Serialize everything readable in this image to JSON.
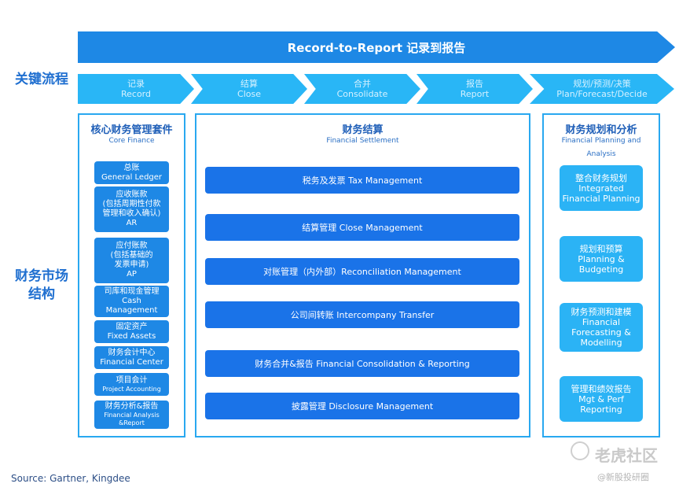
{
  "banner": "Record-to-Report 记录到报告",
  "side_labels": {
    "process": "关键流程",
    "market_l1": "财务市场",
    "market_l2": "结构"
  },
  "stages": [
    {
      "cn": "记录",
      "en": "Record"
    },
    {
      "cn": "结算",
      "en": "Close"
    },
    {
      "cn": "合并",
      "en": "Consolidate"
    },
    {
      "cn": "报告",
      "en": "Report"
    },
    {
      "cn": "规划/预测/决策",
      "en": "Plan/Forecast/Decide"
    }
  ],
  "left_panel": {
    "title": "核心财务管理套件",
    "subtitle": "Core Finance",
    "items": [
      {
        "lines": [
          "总账",
          "General Ledger"
        ]
      },
      {
        "lines": [
          "应收账款",
          "(包括周期性付款",
          "管理和收入确认)",
          "AR"
        ]
      },
      {
        "lines": [
          "应付账款",
          "(包括基础的",
          "发票申请)",
          "AP"
        ]
      },
      {
        "lines": [
          "司库和现金管理",
          "Cash",
          "Management"
        ]
      },
      {
        "lines": [
          "固定资产",
          "Fixed Assets"
        ]
      },
      {
        "lines": [
          "财务会计中心",
          "Financial Center"
        ]
      },
      {
        "lines": [
          "项目会计",
          "Project Accounting"
        ]
      },
      {
        "lines": [
          "财务分析&报告",
          "Financial Analysis",
          "&Report"
        ]
      }
    ]
  },
  "center_panel": {
    "title": "财务结算",
    "subtitle": "Financial Settlement",
    "items": [
      "税务及发票 Tax Management",
      "结算管理  Close Management",
      "对账管理（内外部）Reconciliation Management",
      "公司间转账 Intercompany Transfer",
      "财务合并&报告 Financial Consolidation & Reporting",
      "披露管理 Disclosure Management"
    ]
  },
  "right_panel": {
    "title": "财务规划和分析",
    "subtitle_l1": "Financial Planning and",
    "subtitle_l2": "Analysis",
    "items": [
      {
        "lines": [
          "整合财务规划",
          "Integrated",
          "Financial Planning"
        ]
      },
      {
        "lines": [
          "规划和预算",
          "Planning &",
          "Budgeting"
        ]
      },
      {
        "lines": [
          "财务预测和建模",
          "Financial",
          "Forecasting &",
          "Modelling"
        ]
      },
      {
        "lines": [
          "管理和绩效报告",
          "Mgt & Perf",
          "Reporting"
        ]
      }
    ]
  },
  "source": "Source:   Gartner, Kingdee",
  "watermark": {
    "main": "老虎社区",
    "handle": "@新股投研圈"
  },
  "colors": {
    "primary_blue": "#1e88e5",
    "light_blue": "#29b6f6",
    "panel_border": "#29a8f0"
  }
}
